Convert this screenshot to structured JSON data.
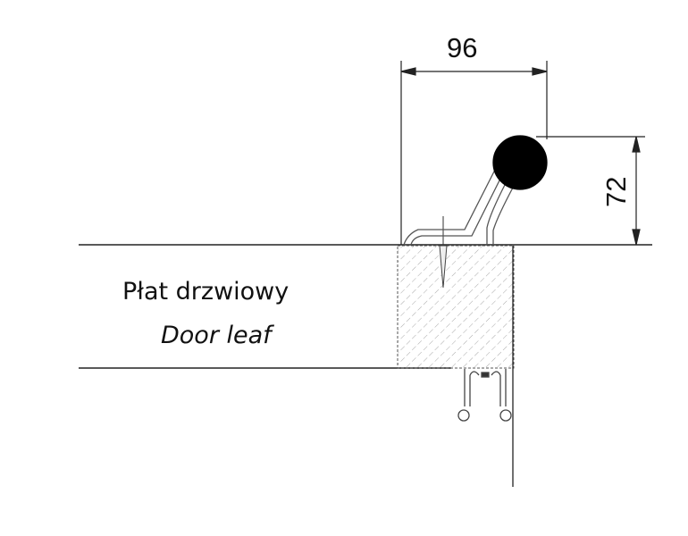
{
  "dimensions": {
    "width_label": "96",
    "height_label": "72"
  },
  "labels": {
    "polish": "Płat drzwiowy",
    "english": "Door leaf"
  },
  "colors": {
    "line": "#222222",
    "hatch": "#9a9a9a",
    "knob": "#000000"
  }
}
